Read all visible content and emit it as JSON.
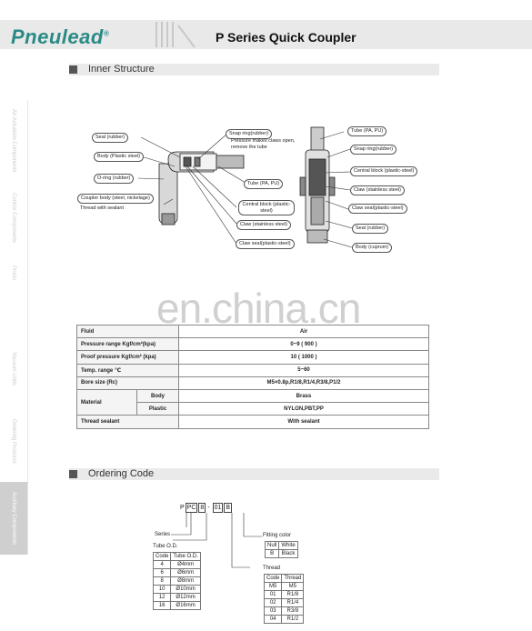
{
  "header": {
    "logo": "Pneulead",
    "logo_mark": "®",
    "title": "P Series Quick Coupler"
  },
  "sidebar": {
    "tabs": [
      {
        "label": "Air Actuation Components"
      },
      {
        "label": "Control Components"
      },
      {
        "label": "Produ"
      },
      {
        "label": "Vacuum Units"
      },
      {
        "label": "Ordering Products"
      },
      {
        "label": "Auxiliary Components"
      }
    ]
  },
  "sections": {
    "inner_structure": "Inner Structure",
    "ordering_code": "Ordering Code"
  },
  "diagram": {
    "left_labels": [
      "Seal (rubber)",
      "Body (Plastic steel)",
      "O-ring (rubber)",
      "Coupler body (steel, nickelage)"
    ],
    "left_note": "Thread with sealant",
    "center_top_label": "Snap ring(rubber)",
    "center_top_note": "Pressure makes claws open, remove the tube",
    "center_labels": [
      "Tube (PA, PU)",
      "Central block (plastic-steel)",
      "Claw (stainless steel)",
      "Claw seal(plastic-steel)"
    ],
    "right_labels": [
      "Tube (PA, PU)",
      "Snap ring(rubber)",
      "Central block (plastic-steel)",
      "Claw (stainless steel)",
      "Claw seal(plastic-steel)",
      "Seal (rubber)",
      "Body (cuprum)"
    ]
  },
  "watermark": "en.china.cn",
  "specs": {
    "rows": [
      {
        "label": "Fluid",
        "value": "Air"
      },
      {
        "label": "Pressure range Kgf/cm²(kpa)",
        "value": "0~9 ( 900 )"
      },
      {
        "label": "Proof pressure Kgf/cm² (kpa)",
        "value": "10 ( 1000 )"
      },
      {
        "label": "Temp. range ℃",
        "value": "5~60"
      },
      {
        "label": "Bore size (Rc)",
        "value": "M5×0.8p,R1/8,R1/4,R3/8,P1/2"
      }
    ],
    "material_label": "Material",
    "material_rows": [
      {
        "sub": "Body",
        "value": "Brass"
      },
      {
        "sub": "Plastic",
        "value": "NYLON,PBT,PP"
      }
    ],
    "sealant": {
      "label": "Thread sealant",
      "value": "With sealant"
    }
  },
  "ordering": {
    "code_parts": [
      "P",
      "PC",
      "8",
      "-",
      "01",
      "B"
    ],
    "series_label": "Series",
    "tube_od_label": "Tube O.D.",
    "tube_table": {
      "headers": [
        "Code",
        "Tube O.D."
      ],
      "rows": [
        [
          "4",
          "Ø4mm"
        ],
        [
          "6",
          "Ø6mm"
        ],
        [
          "8",
          "Ø8mm"
        ],
        [
          "10",
          "Ø10mm"
        ],
        [
          "12",
          "Ø12mm"
        ],
        [
          "16",
          "Ø16mm"
        ]
      ]
    },
    "fitting_color_label": "Fitting color",
    "color_table": {
      "rows": [
        [
          "Null",
          "White"
        ],
        [
          "B",
          "Black"
        ]
      ]
    },
    "thread_label": "Thread",
    "thread_table": {
      "headers": [
        "Code",
        "Thread"
      ],
      "rows": [
        [
          "M5",
          "M5"
        ],
        [
          "01",
          "R1/8"
        ],
        [
          "02",
          "R1/4"
        ],
        [
          "03",
          "R3/8"
        ],
        [
          "04",
          "R1/2"
        ]
      ]
    }
  }
}
